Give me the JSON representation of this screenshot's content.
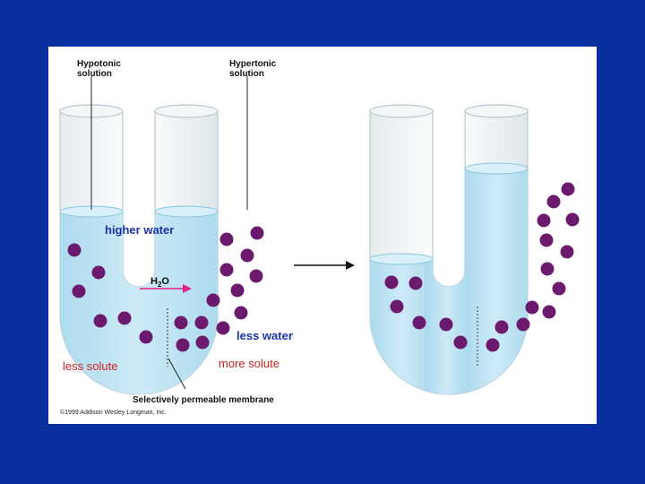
{
  "labels": {
    "hypotonic_line1": "Hypotonic",
    "hypotonic_line2": "solution",
    "hypertonic_line1": "Hypertonic",
    "hypertonic_line2": "solution",
    "higher_water": "higher water",
    "less_water": "less water",
    "less_solute": "less solute",
    "more_solute": "more solute",
    "h2o_main": "H",
    "h2o_sub": "2",
    "h2o_end": "O",
    "membrane": "Selectively permeable membrane",
    "credit": "©1999 Addison Wesley Longman, Inc."
  },
  "colors": {
    "background": "#0a2f9e",
    "panel": "#ffffff",
    "water": "#bfe3f2",
    "water_edge": "#8cc6e0",
    "tube_outline": "#b9c7cf",
    "solute": "#6b1a6e",
    "arrow_h2o": "#e0208a",
    "label_blue": "#1a33a8",
    "label_red": "#d42020"
  },
  "icons": {
    "process_arrow": "arrow-right-icon",
    "water_flow_arrow": "arrow-right-icon"
  }
}
